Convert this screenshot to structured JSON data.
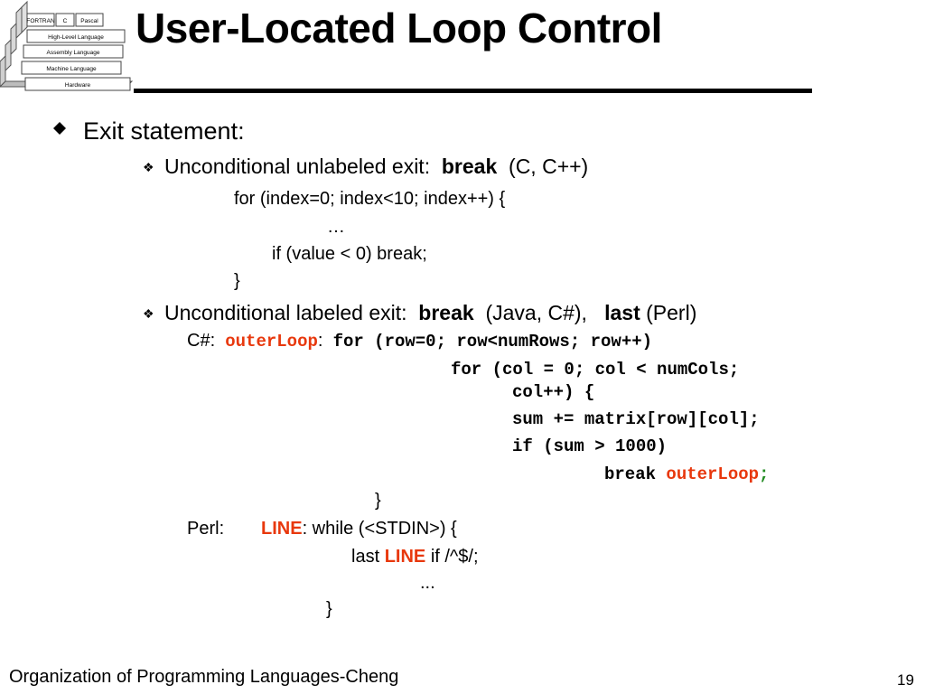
{
  "logo": {
    "langs": [
      "FORTRAN",
      "C",
      "Pascal"
    ],
    "layers": [
      "High-Level Language",
      "Assembly Language",
      "Machine Language",
      "Hardware"
    ]
  },
  "title": "User-Located Loop Control",
  "bullet1": {
    "text": "Exit statement:"
  },
  "sub1": {
    "prefix": "Unconditional unlabeled exit:",
    "keyword": "break",
    "suffix": "(C, C++)"
  },
  "code1": [
    "for (index=0; index<10; index++) {",
    "…",
    "if (value < 0) break;",
    "}"
  ],
  "sub2": {
    "prefix": "Unconditional labeled exit:",
    "keyword1": "break",
    "mid": "(Java, C#),",
    "keyword2": "last",
    "suffix": "(Perl)"
  },
  "csharp": {
    "label": "C#:",
    "loop_label": "outerLoop",
    "colon": ":",
    "line1": "for (row=0; row<numRows; row++)",
    "line2a": "for (col = 0; col < numCols;",
    "line2b": "col++) {",
    "line3": "sum += matrix[row][col];",
    "line4": "if (sum > 1000)",
    "line5_kw": "break",
    "line5_label": "outerLoop",
    "line5_semi": ";",
    "close": "}"
  },
  "perl": {
    "label": "Perl:",
    "loop_label": "LINE",
    "line1_rest": ": while (<STDIN>) {",
    "line2_kw": "last",
    "line2_label": "LINE",
    "line2_rest": "if /^$/;",
    "line3": "...",
    "close": "}"
  },
  "footer": "Organization of Programming Languages-Cheng",
  "page_number": "19"
}
